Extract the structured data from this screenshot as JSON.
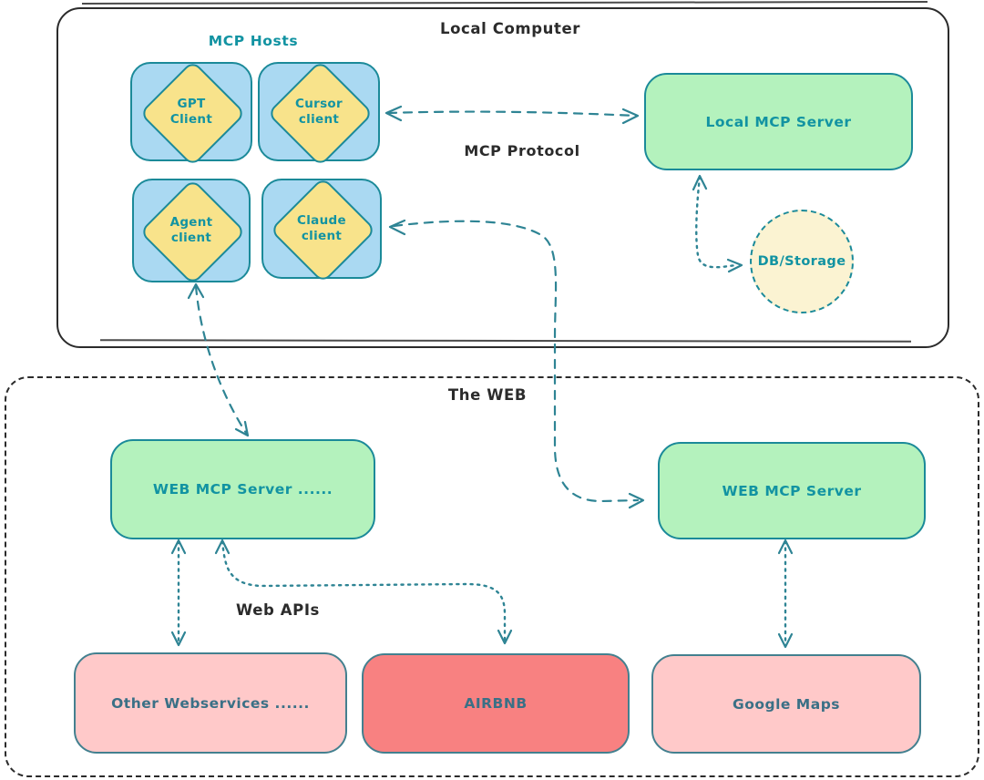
{
  "colors": {
    "ink": "#2b2b2b",
    "teal_stroke": "#1b8a99",
    "teal_text": "#1293a2",
    "arrow": "#2e8494",
    "blue_fill": "#aad9f2",
    "yellow_fill": "#f8e38b",
    "green_fill": "#b4f2bd",
    "cream_fill": "#fbf3d2",
    "pink_fill": "#ffc9c9",
    "red_fill": "#f88181",
    "slate_stroke": "#43808f",
    "slate_text": "#3a7086"
  },
  "diagram": {
    "local_computer": {
      "label": "Local Computer"
    },
    "mcp_hosts": {
      "label": "MCP Hosts"
    },
    "clients": [
      {
        "label": "GPT Client"
      },
      {
        "label": "Cursor client"
      },
      {
        "label": "Agent client"
      },
      {
        "label": "Claude client"
      }
    ],
    "mcp_protocol": {
      "label": "MCP Protocol"
    },
    "local_mcp_server": {
      "label": "Local MCP Server"
    },
    "db_storage": {
      "label": "DB/Storage"
    },
    "the_web": {
      "label": "The WEB"
    },
    "web_mcp_server_left": {
      "label": "WEB MCP Server ......"
    },
    "web_mcp_server_right": {
      "label": "WEB MCP Server"
    },
    "web_apis": {
      "label": "Web APIs"
    },
    "other_webservices": {
      "label": "Other Webservices ......"
    },
    "airbnb": {
      "label": "AIRBNB"
    },
    "google_maps": {
      "label": "Google Maps"
    },
    "arrows": [
      {
        "from": "Cursor client",
        "to": "Local MCP Server",
        "style": "dashed",
        "bidirectional": true
      },
      {
        "from": "Local MCP Server",
        "to": "DB/Storage",
        "style": "dotted",
        "bidirectional": true
      },
      {
        "from": "Claude client",
        "to": "WEB MCP Server",
        "style": "dashed",
        "bidirectional": true
      },
      {
        "from": "Agent client",
        "to": "WEB MCP Server ......",
        "style": "dashed",
        "bidirectional": true
      },
      {
        "from": "WEB MCP Server ......",
        "to": "Other Webservices ......",
        "style": "dotted",
        "bidirectional": true
      },
      {
        "from": "WEB MCP Server ......",
        "to": "AIRBNB",
        "style": "dotted",
        "bidirectional": true
      },
      {
        "from": "WEB MCP Server",
        "to": "Google Maps",
        "style": "dotted",
        "bidirectional": true
      }
    ]
  }
}
